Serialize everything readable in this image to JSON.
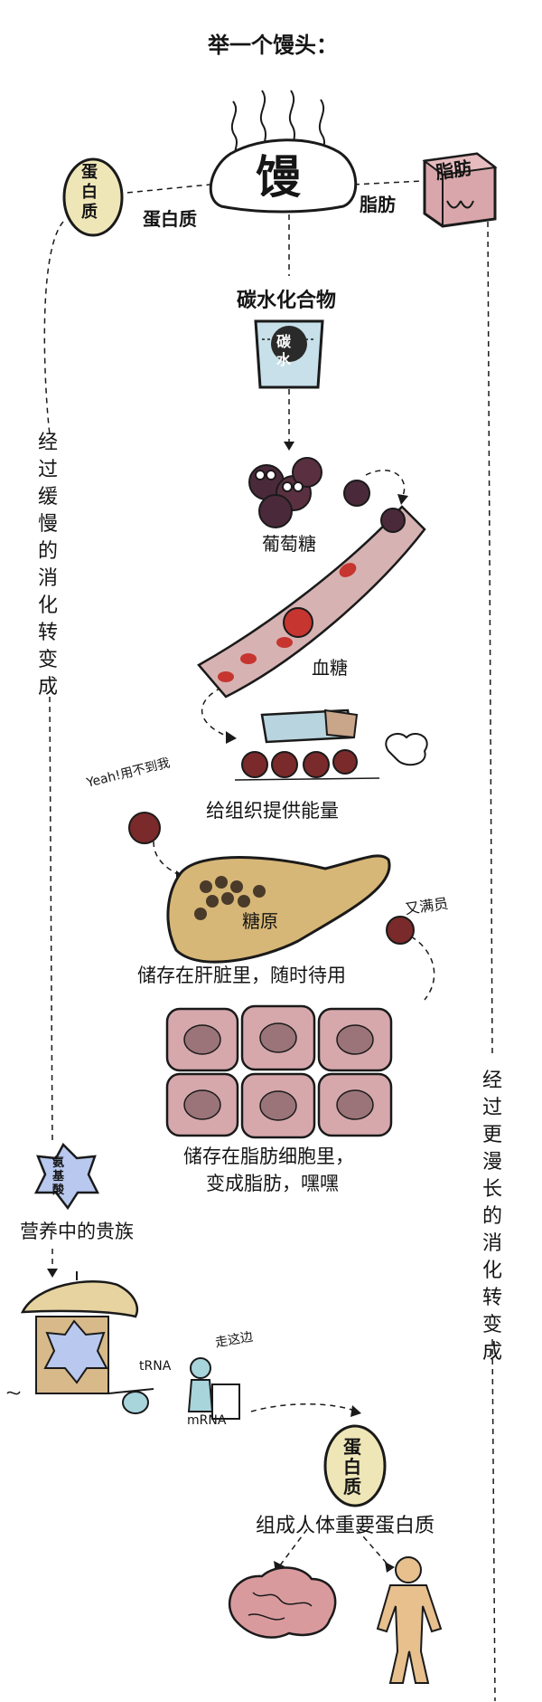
{
  "heading": "举一个馒头：",
  "mantou": {
    "label": "馒"
  },
  "protein": {
    "badge": "蛋白质",
    "label": "蛋白质"
  },
  "fat": {
    "badge": "脂肪",
    "label": "脂肪"
  },
  "carbs": {
    "label": "碳水化合物",
    "cup_text": "碳水"
  },
  "glucose": {
    "label": "葡萄糖"
  },
  "blood_sugar": {
    "label": "血糖"
  },
  "energy": {
    "label": "给组织提供能量"
  },
  "reject": {
    "speech": "Yeah!用不到我"
  },
  "glycogen": {
    "label": "糖原"
  },
  "liver_storage": {
    "label": "储存在肝脏里，随时待用"
  },
  "full_again": {
    "label": "又满员"
  },
  "fat_storage": {
    "line1": "储存在脂肪细胞里，",
    "line2": "变成脂肪，嘿嘿"
  },
  "left_path": {
    "label": "经过缓慢的消化转变成"
  },
  "right_path": {
    "label": "经过更漫长的消化转变成"
  },
  "amino_acid": {
    "badge": "氨基酸",
    "label": "营养中的贵族"
  },
  "trna": {
    "label": "tRNA"
  },
  "mrna": {
    "label": "mRNA",
    "speech": "走这边"
  },
  "protein_final": {
    "badge": "蛋白质",
    "label": "组成人体重要蛋白质"
  },
  "colors": {
    "outline": "#1a1a1a",
    "egg": "#efe6b8",
    "fat_pink": "#d9a7ab",
    "cell_pink": "#d6a8ac",
    "blood": "#d7b2b2",
    "rbc": "#c6352f",
    "glucose": "#4a2a3a",
    "liver": "#d7b777",
    "amino": "#b8c8ee",
    "water": "#c7e0ea",
    "skin": "#e7c08e",
    "brain": "#d99a9e"
  }
}
